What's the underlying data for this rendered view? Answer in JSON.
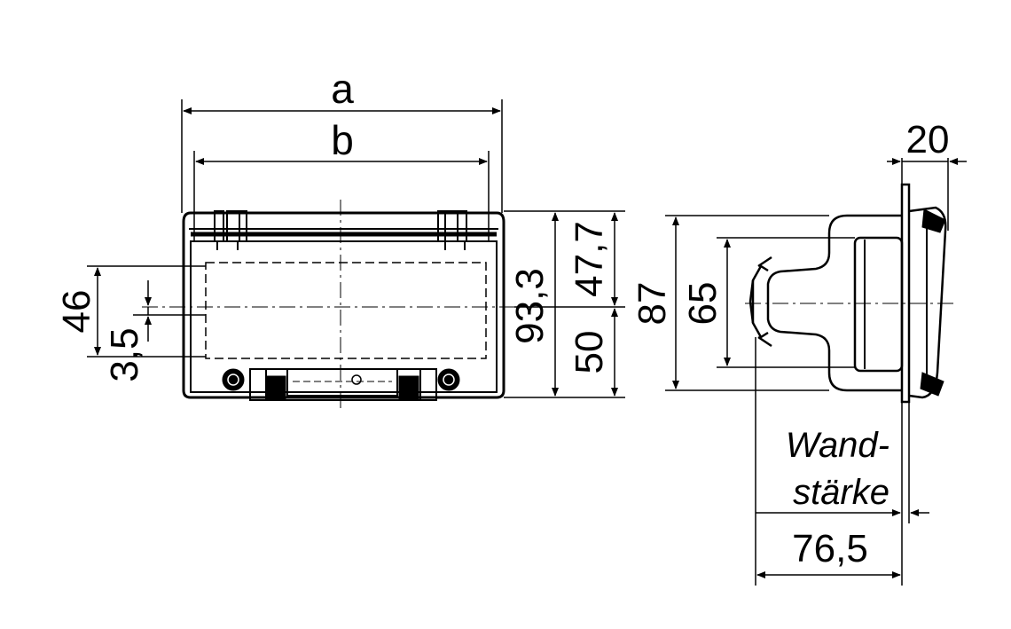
{
  "front_view": {
    "width_outer": "a",
    "width_inner": "b",
    "height_total": "93,3",
    "height_upper": "47,7",
    "height_lower": "50",
    "window_height": "46",
    "offset": "3,5"
  },
  "side_view": {
    "depth_top": "20",
    "height_housing": "87",
    "height_body": "65",
    "wall_label_line1": "Wand-",
    "wall_label_line2": "stärke",
    "depth_total": "76,5"
  },
  "colors": {
    "line": "#000000",
    "background": "#ffffff"
  }
}
